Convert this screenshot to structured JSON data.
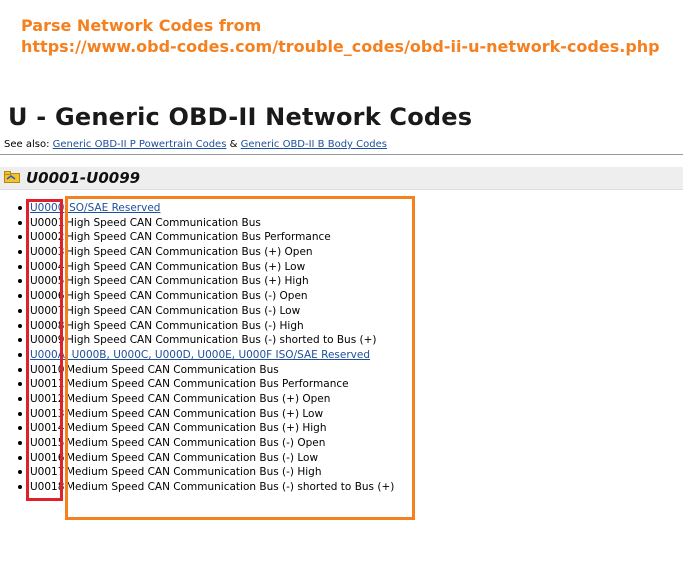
{
  "annotation": {
    "line1": "Parse Network Codes from",
    "line2": "https://www.obd-codes.com/trouble_codes/obd-ii-u-network-codes.php"
  },
  "page": {
    "heading": "U - Generic OBD-II Network Codes",
    "see_also_prefix": "See also:",
    "see_also_link1": "Generic OBD-II P Powertrain Codes",
    "see_also_amp": "&",
    "see_also_link2": "Generic OBD-II B Body Codes"
  },
  "section": {
    "title": "U0001-U0099",
    "icon": "folder-icon"
  },
  "codes": [
    {
      "code": "U0000",
      "desc": "ISO/SAE Reserved",
      "link": true
    },
    {
      "code": "U0001",
      "desc": "High Speed CAN Communication Bus"
    },
    {
      "code": "U0002",
      "desc": "High Speed CAN Communication Bus Performance"
    },
    {
      "code": "U0003",
      "desc": "High Speed CAN Communication Bus (+) Open"
    },
    {
      "code": "U0004",
      "desc": "High Speed CAN Communication Bus (+) Low"
    },
    {
      "code": "U0005",
      "desc": "High Speed CAN Communication Bus (+) High"
    },
    {
      "code": "U0006",
      "desc": "High Speed CAN Communication Bus (-) Open"
    },
    {
      "code": "U0007",
      "desc": "High Speed CAN Communication Bus (-) Low"
    },
    {
      "code": "U0008",
      "desc": "High Speed CAN Communication Bus (-) High"
    },
    {
      "code": "U0009",
      "desc": "High Speed CAN Communication Bus (-) shorted to Bus (+)"
    },
    {
      "code": "U000A, U000B, U000C, U000D, U000E, U000F ISO/SAE Reserved",
      "span": true
    },
    {
      "code": "U0010",
      "desc": "Medium Speed CAN Communication Bus"
    },
    {
      "code": "U0011",
      "desc": "Medium Speed CAN Communication Bus Performance"
    },
    {
      "code": "U0012",
      "desc": "Medium Speed CAN Communication Bus (+) Open"
    },
    {
      "code": "U0013",
      "desc": "Medium Speed CAN Communication Bus (+) Low"
    },
    {
      "code": "U0014",
      "desc": "Medium Speed CAN Communication Bus (+) High"
    },
    {
      "code": "U0015",
      "desc": "Medium Speed CAN Communication Bus (-) Open"
    },
    {
      "code": "U0016",
      "desc": "Medium Speed CAN Communication Bus (-) Low"
    },
    {
      "code": "U0017",
      "desc": "Medium Speed CAN Communication Bus (-) High"
    },
    {
      "code": "U0018",
      "desc": "Medium Speed CAN Communication Bus (-) shorted to Bus (+)"
    }
  ],
  "colors": {
    "annotation": "#f4801f",
    "code_box": "#e0202a",
    "desc_box": "#f4801f",
    "link": "#1f4e9c"
  }
}
